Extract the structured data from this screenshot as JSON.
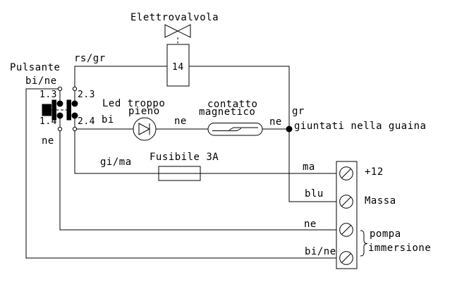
{
  "schematic": {
    "solenoid": {
      "title": "Elettrovalvola",
      "box_label": "14"
    },
    "pushbutton": {
      "title": "Pulsante",
      "contact_tl": "1.3",
      "contact_tr": "2.3",
      "contact_bl": "1.4",
      "contact_br": "2.4"
    },
    "led": {
      "label_line1": "Led troppo",
      "label_line2": "pieno"
    },
    "reed_switch": {
      "label_line1": "contatto",
      "label_line2": "magnetico"
    },
    "fuse": {
      "label": "Fusibile 3A"
    },
    "junction": {
      "note": "giuntati nella guaina"
    },
    "terminal_block": {
      "t1": "+12",
      "t2": "Massa",
      "pump_line1": "pompa",
      "pump_line2": "immersione"
    },
    "wire_labels": {
      "rs_gr": "rs/gr",
      "bi_ne_top": "bi/ne",
      "ne_button": "ne",
      "bi": "bi",
      "ne_led": "ne",
      "ne_reed": "ne",
      "gr": "gr",
      "gi_ma": "gi/ma",
      "ma": "ma",
      "blu": "blu",
      "ne_t3": "ne",
      "bi_ne_t4": "bi/ne"
    },
    "colors": {
      "line": "#000000",
      "background": "#ffffff"
    }
  }
}
